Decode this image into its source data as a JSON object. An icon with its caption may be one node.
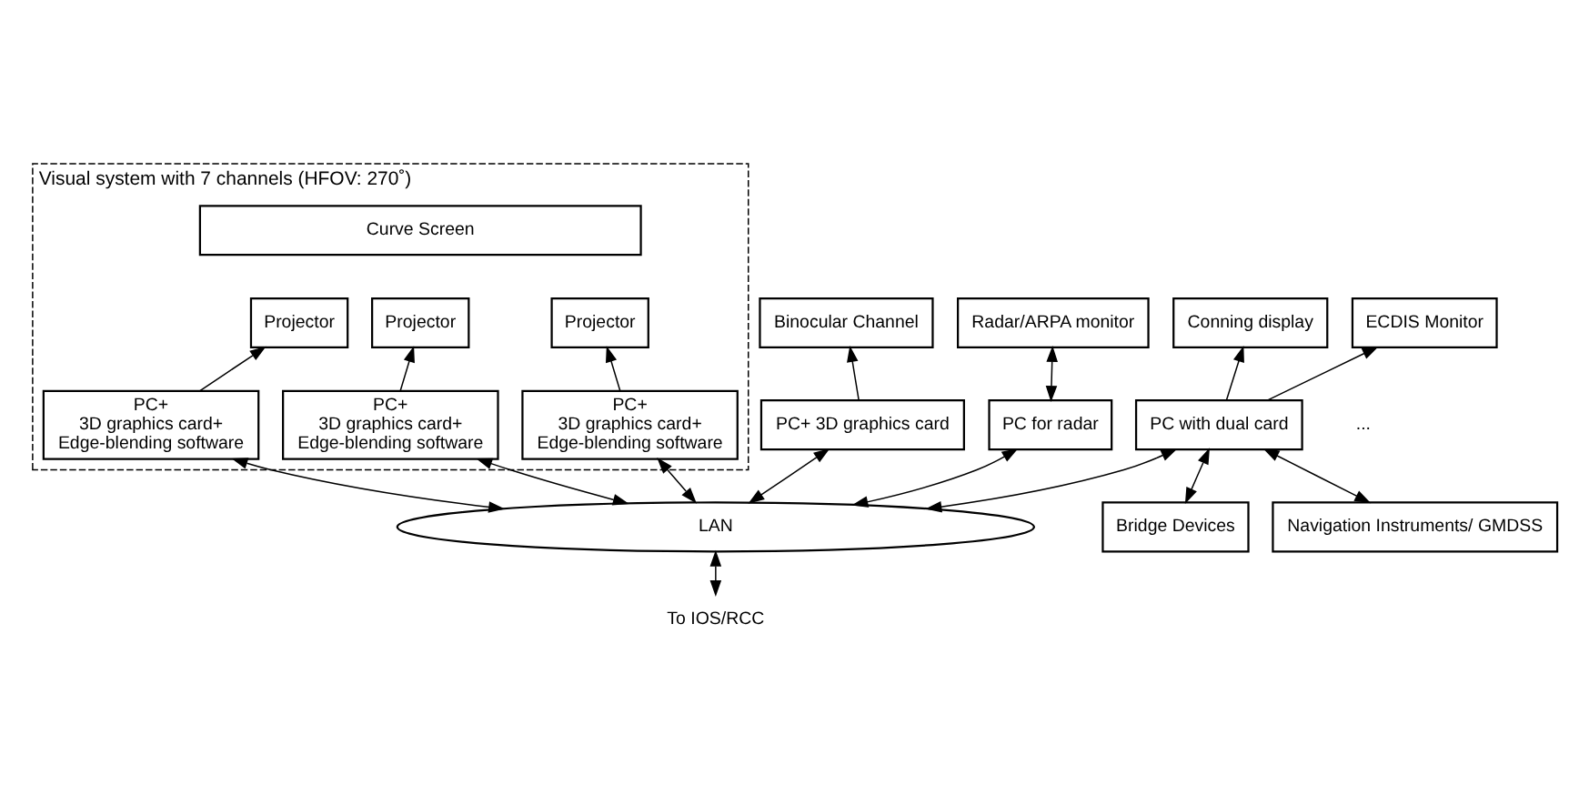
{
  "diagram": {
    "nodes": [
      {
        "text": [
          "Visual system with 7 channels (HFOV: 270˚)"
        ]
      },
      {
        "text": [
          "Curve Screen"
        ],
        "in": 0
      },
      {
        "text": [
          "Projector"
        ],
        "in": 0
      },
      {
        "text": [
          "Projector"
        ],
        "in": 0
      },
      {
        "text": [
          "Projector"
        ],
        "in": 0
      },
      {
        "text": [
          "PC+ 3D graphics card+ Edge-blending software"
        ],
        "in": 0
      },
      {
        "text": [
          "PC+ 3D graphics card+ Edge-blending software"
        ],
        "in": 0
      },
      {
        "text": [
          "PC+ 3D graphics card+ Edge-blending software"
        ],
        "in": 0
      },
      {
        "text": [
          "Binocular Channel"
        ]
      },
      {
        "text": [
          "Radar/ARPA monitor"
        ]
      },
      {
        "text": [
          "Conning display"
        ]
      },
      {
        "text": [
          "ECDIS Monitor"
        ]
      },
      {
        "text": [
          "PC+ 3D graphics card"
        ]
      },
      {
        "text": [
          "PC for radar"
        ]
      },
      {
        "text": [
          "PC with dual card"
        ]
      },
      {
        "text": [
          "LAN"
        ]
      },
      {
        "text": [
          "Bridge Devices"
        ]
      },
      {
        "text": [
          "Navigation Instruments/ GMDSS"
        ]
      },
      {
        "text": [
          "To IOS/RCC"
        ]
      }
    ],
    "edges": [
      {
        "from": 5,
        "to": 2,
        "arrow": "to"
      },
      {
        "from": 6,
        "to": 3,
        "arrow": "to"
      },
      {
        "from": 7,
        "to": 4,
        "arrow": "to"
      },
      {
        "from": 12,
        "to": 8,
        "arrow": "to"
      },
      {
        "from": 13,
        "to": 9,
        "arrow": "both"
      },
      {
        "from": 14,
        "to": 10,
        "arrow": "to"
      },
      {
        "from": 14,
        "to": 11,
        "arrow": "to"
      },
      {
        "from": 15,
        "to": 5,
        "arrow": "both"
      },
      {
        "from": 15,
        "to": 6,
        "arrow": "both"
      },
      {
        "from": 15,
        "to": 7,
        "arrow": "both"
      },
      {
        "from": 15,
        "to": 12,
        "arrow": "both"
      },
      {
        "from": 15,
        "to": 13,
        "arrow": "both"
      },
      {
        "from": 15,
        "to": 14,
        "arrow": "both"
      },
      {
        "from": 16,
        "to": 14,
        "arrow": "both"
      },
      {
        "from": 17,
        "to": 14,
        "arrow": "both"
      },
      {
        "from": 18,
        "to": 15,
        "arrow": "both"
      }
    ],
    "labels": [
      "..."
    ]
  }
}
